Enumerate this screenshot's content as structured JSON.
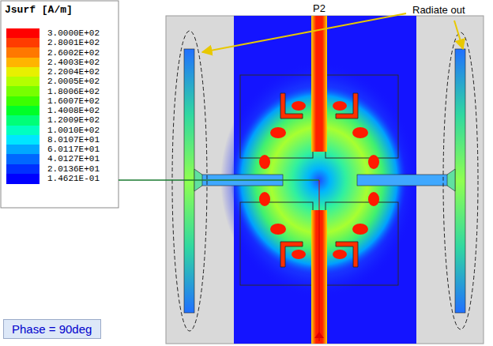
{
  "diagram": {
    "nodes": [
      {
        "text": [
          "Phase = 90deg"
        ]
      }
    ],
    "labels": [
      "Jsurf [A/m]",
      "P2",
      "Radiate out"
    ],
    "legend": [
      {
        "text": "3.0000E+02",
        "color": "#ff0000"
      },
      {
        "text": "2.8001E+02",
        "color": "#ff3c00"
      },
      {
        "text": "2.6002E+02",
        "color": "#ff7800"
      },
      {
        "text": "2.4003E+02",
        "color": "#ffb400"
      },
      {
        "text": "2.2004E+02",
        "color": "#e8f000"
      },
      {
        "text": "2.0005E+02",
        "color": "#b4ff00"
      },
      {
        "text": "1.8006E+02",
        "color": "#78ff00"
      },
      {
        "text": "1.6007E+02",
        "color": "#3cff00"
      },
      {
        "text": "1.4008E+02",
        "color": "#00ff28"
      },
      {
        "text": "1.2009E+02",
        "color": "#00ff78"
      },
      {
        "text": "1.0010E+02",
        "color": "#00ffc0"
      },
      {
        "text": "8.0107E+01",
        "color": "#00e6ff"
      },
      {
        "text": "6.0117E+01",
        "color": "#00a8ff"
      },
      {
        "text": "4.0127E+01",
        "color": "#0068ff"
      },
      {
        "text": "2.0136E+01",
        "color": "#0030ff"
      },
      {
        "text": "1.4621E-01",
        "color": "#0000ff"
      }
    ]
  }
}
